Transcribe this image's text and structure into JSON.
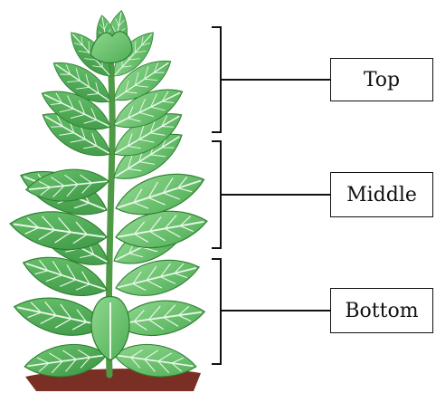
{
  "labels": {
    "top": "Top",
    "middle": "Middle",
    "bottom": "Bottom"
  },
  "colors": {
    "leaf_fill": "#5fbf63",
    "leaf_light": "#8fd88f",
    "leaf_dark": "#2e7d32",
    "vein": "#e8f7e8",
    "stem": "#4f9a45",
    "soil": "#7a2f25",
    "line": "#111111"
  }
}
